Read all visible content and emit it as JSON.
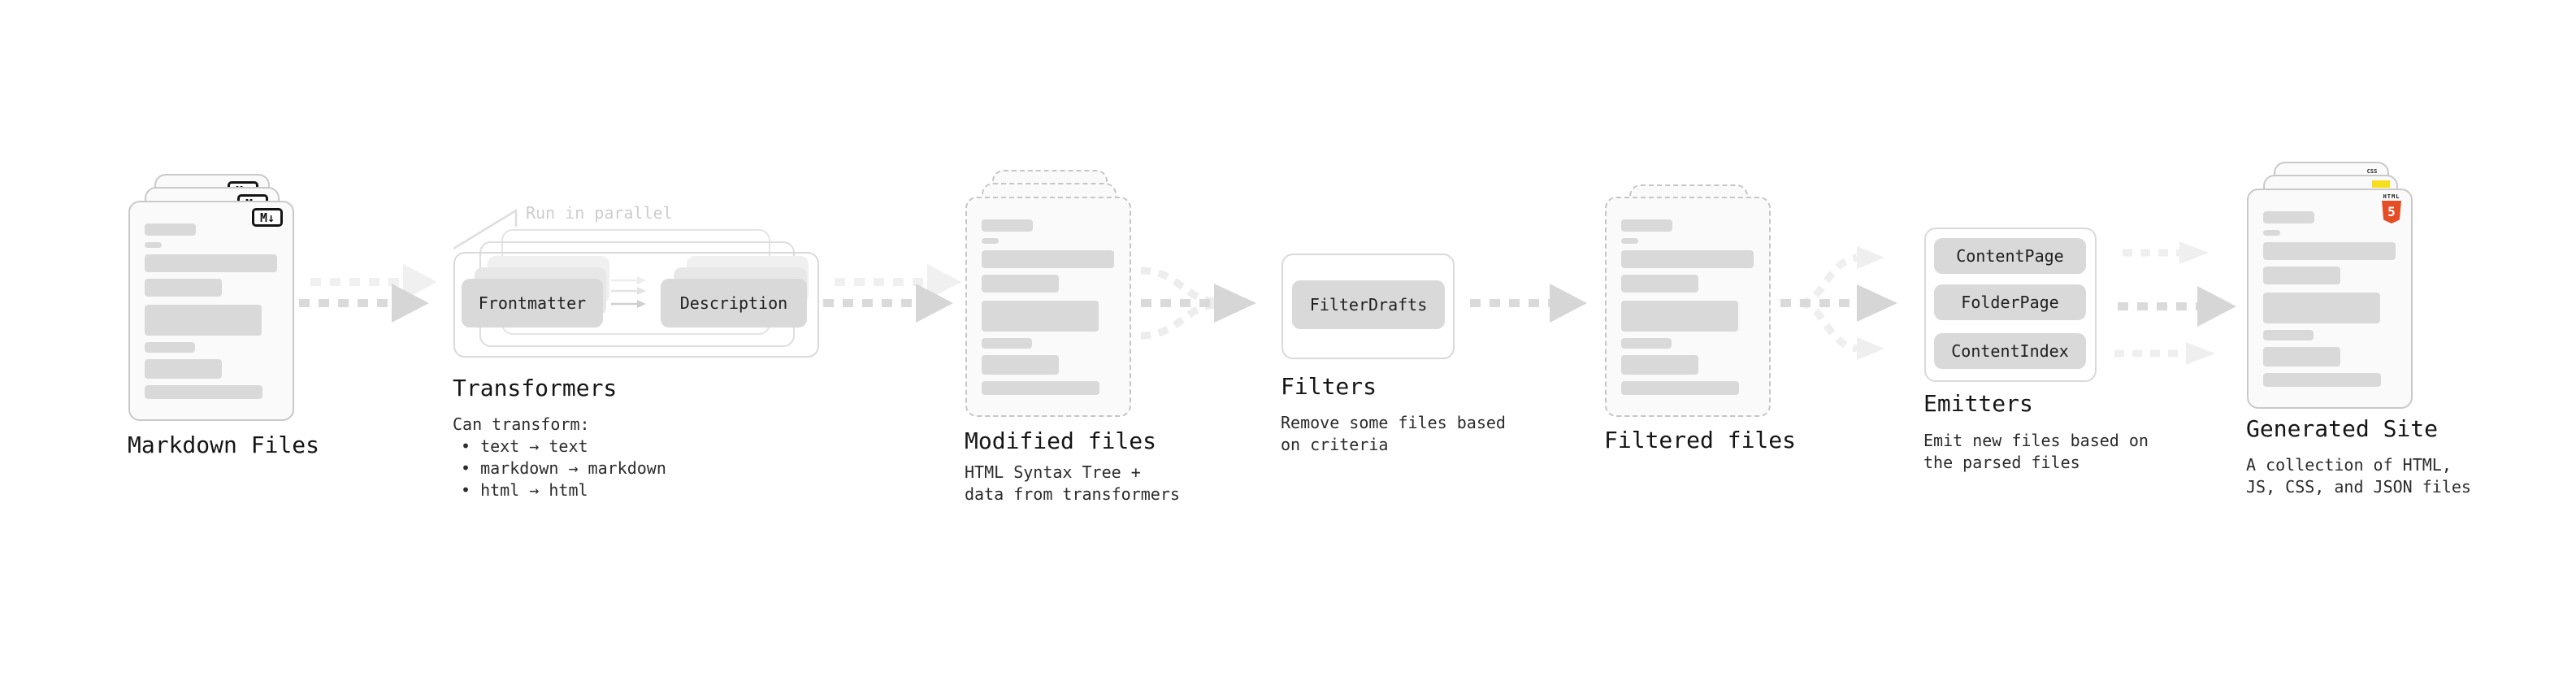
{
  "diagram": {
    "kind": "static-site-generator pipeline"
  },
  "colors": {
    "css_blue": "#2965f1",
    "js_yellow": "#f7df1e",
    "html_orange": "#e44d26",
    "arrow_gray": "#d9d9d9",
    "card_border": "#c9c9c9"
  },
  "nodes": {
    "markdown_files": {
      "title": "Markdown Files",
      "badge": "M↓"
    },
    "transformers": {
      "title": "Transformers",
      "note": "Run in parallel",
      "buttons": [
        "Frontmatter",
        "Description"
      ],
      "desc_lines": [
        "Can transform:",
        "• text → text",
        "• markdown → markdown",
        "• html → html"
      ]
    },
    "modified_files": {
      "title": "Modified files",
      "subtitle_lines": [
        "HTML Syntax Tree +",
        "data from transformers"
      ]
    },
    "filters": {
      "title": "Filters",
      "buttons": [
        "FilterDrafts"
      ],
      "subtitle_lines": [
        "Remove some files based",
        "on criteria"
      ]
    },
    "filtered_files": {
      "title": "Filtered files"
    },
    "emitters": {
      "title": "Emitters",
      "buttons": [
        "ContentPage",
        "FolderPage",
        "ContentIndex"
      ],
      "subtitle_lines": [
        "Emit new files based on",
        "the parsed files"
      ]
    },
    "generated_site": {
      "title": "Generated Site",
      "subtitle_lines": [
        "A collection of HTML,",
        "JS, CSS, and JSON files"
      ],
      "badges": {
        "css": "CSS",
        "html": "HTML",
        "html5_five": "5"
      }
    }
  }
}
